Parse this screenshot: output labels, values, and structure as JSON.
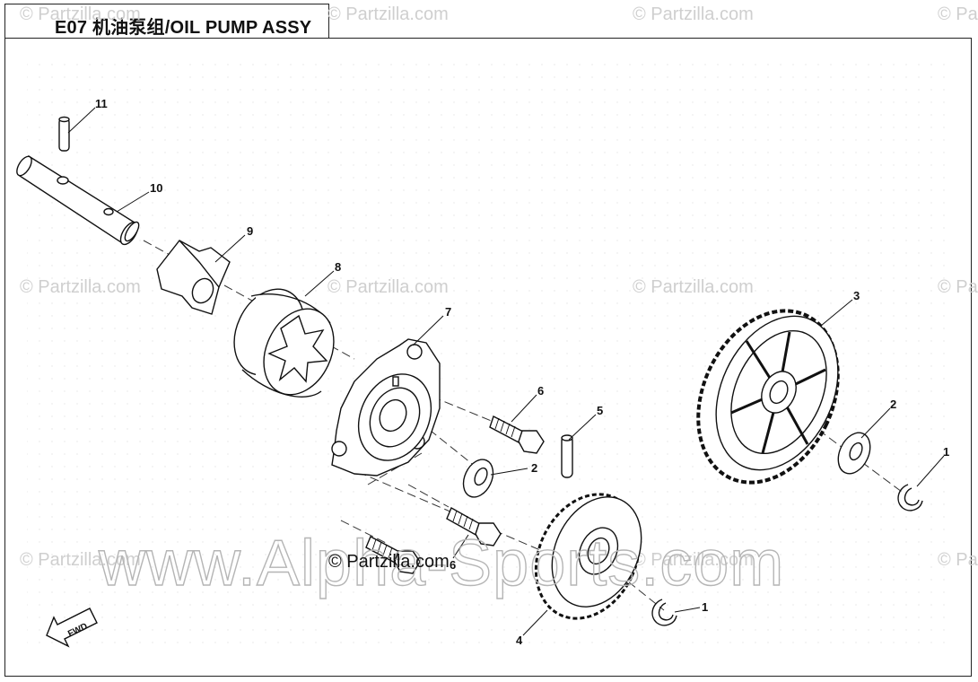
{
  "title": "E07 机油泵组/OIL PUMP ASSY",
  "watermarks": {
    "small": "© Partzilla.com",
    "big": "www.Alpha-Sports.com"
  },
  "fwd_label": "FWD",
  "callouts": {
    "c11": "11",
    "c10": "10",
    "c9": "9",
    "c8": "8",
    "c7": "7",
    "c6a": "6",
    "c5": "5",
    "c2a": "2",
    "c6b": "6",
    "c4": "4",
    "c1a": "1",
    "c3": "3",
    "c2b": "2",
    "c1b": "1"
  },
  "colors": {
    "line": "#111111",
    "watermark": "#c8c8c8"
  }
}
